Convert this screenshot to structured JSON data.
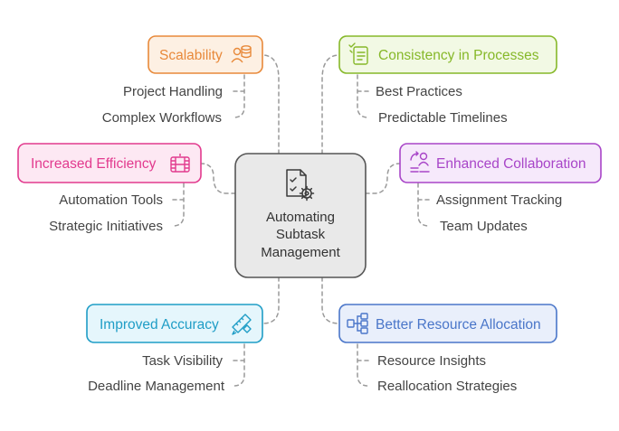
{
  "center": {
    "lines": [
      "Automating",
      "Subtask",
      "Management"
    ],
    "icon": "task-settings-icon"
  },
  "branches": [
    {
      "key": "scalability",
      "label": "Scalability",
      "icon": "user-database-icon",
      "color": "#e8893a",
      "fill": "#fdf0e3",
      "items": [
        "Project Handling",
        "Complex Workflows"
      ]
    },
    {
      "key": "efficiency",
      "label": "Increased Efficiency",
      "icon": "film-strip-icon",
      "color": "#e23a8e",
      "fill": "#fde8f3",
      "items": [
        "Automation Tools",
        "Strategic Initiatives"
      ]
    },
    {
      "key": "accuracy",
      "label": "Improved Accuracy",
      "icon": "pencil-ruler-icon",
      "color": "#1f9dc6",
      "fill": "#e5f6fc",
      "items": [
        "Task Visibility",
        "Deadline Management"
      ]
    },
    {
      "key": "consistency",
      "label": "Consistency in Processes",
      "icon": "checklist-icon",
      "color": "#86b829",
      "fill": "#f2f9e4",
      "items": [
        "Best Practices",
        "Predictable Timelines"
      ]
    },
    {
      "key": "collaboration",
      "label": "Enhanced Collaboration",
      "icon": "team-exchange-icon",
      "color": "#a845c8",
      "fill": "#f6e9fb",
      "items": [
        "Assignment Tracking",
        "Team Updates"
      ]
    },
    {
      "key": "resources",
      "label": "Better Resource Allocation",
      "icon": "hierarchy-icon",
      "color": "#4a76c9",
      "fill": "#e9effb",
      "items": [
        "Resource Insights",
        "Reallocation Strategies"
      ]
    }
  ]
}
